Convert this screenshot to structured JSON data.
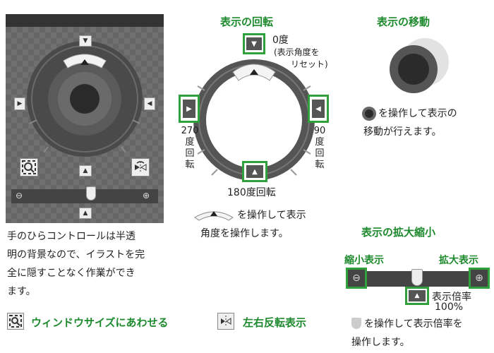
{
  "rotation": {
    "title": "表示の回転",
    "reset_label_1": "0度",
    "reset_label_2": "(表示角度を",
    "reset_label_3": "リセット)",
    "left_label": [
      "270",
      "度",
      "回",
      "転"
    ],
    "right_label": [
      "90",
      "度",
      "回",
      "転"
    ],
    "bottom_label": "180度回転",
    "desc_1": "を操作して表示",
    "desc_2": "角度を操作します。"
  },
  "move": {
    "title": "表示の移動",
    "desc_1": "を操作して表示の",
    "desc_2": "移動が行えます。"
  },
  "zoom": {
    "title": "表示の拡大縮小",
    "shrink_label": "縮小表示",
    "enlarge_label": "拡大表示",
    "ratio_label": "表示倍率",
    "ratio_value": "100%",
    "desc_1": "を操作して表示倍率を",
    "desc_2": "操作します。"
  },
  "panel_desc": {
    "line_1": "手のひらコントロールは半透",
    "line_2": "明の背景なので、イラストを完",
    "line_3": "全に隠すことなく作業ができ",
    "line_4": "ます。"
  },
  "fit_window": {
    "label": "ウィンドウサイズにあわせる"
  },
  "flip": {
    "label": "左右反転表示"
  },
  "colors": {
    "accent_green": "#1e8a2e",
    "box_green": "#2fa03a"
  }
}
